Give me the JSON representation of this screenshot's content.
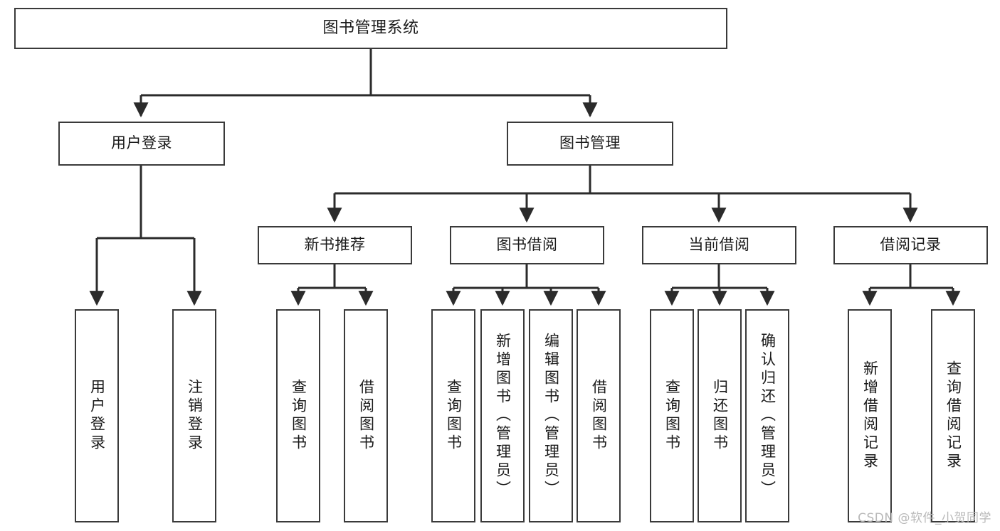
{
  "diagram": {
    "title": "图书管理系统",
    "type": "tree",
    "colors": {
      "box_border": "#3a3a3a",
      "box_fill": "#ffffff",
      "edge": "#2b2b2b",
      "text": "#1a1a1a",
      "watermark": "#b9b9b9",
      "background": "#ffffff"
    },
    "watermark": "CSDN @软件_小贺同学",
    "root": {
      "label": "图书管理系统"
    },
    "level2": [
      {
        "id": "user-login",
        "label": "用户登录"
      },
      {
        "id": "book-manage",
        "label": "图书管理"
      }
    ],
    "level3": [
      {
        "id": "new-book-rec",
        "label": "新书推荐"
      },
      {
        "id": "book-borrow",
        "label": "图书借阅"
      },
      {
        "id": "current-borrow",
        "label": "当前借阅"
      },
      {
        "id": "borrow-record",
        "label": "借阅记录"
      }
    ],
    "leaves": {
      "user_login": [
        {
          "id": "leaf-user-login",
          "label": "用户登录"
        },
        {
          "id": "leaf-logout",
          "label": "注销登录"
        }
      ],
      "new_book_rec": [
        {
          "id": "leaf-query-book-1",
          "label": "查询图书"
        },
        {
          "id": "leaf-borrow-book-1",
          "label": "借阅图书"
        }
      ],
      "book_borrow": [
        {
          "id": "leaf-query-book-2",
          "label": "查询图书"
        },
        {
          "id": "leaf-add-book",
          "label": "新增图书（管理员）"
        },
        {
          "id": "leaf-edit-book",
          "label": "编辑图书（管理员）"
        },
        {
          "id": "leaf-borrow-book-2",
          "label": "借阅图书"
        }
      ],
      "current_borrow": [
        {
          "id": "leaf-query-book-3",
          "label": "查询图书"
        },
        {
          "id": "leaf-return-book",
          "label": "归还图书"
        },
        {
          "id": "leaf-confirm-return",
          "label": "确认归还（管理员）"
        }
      ],
      "borrow_record": [
        {
          "id": "leaf-add-record",
          "label": "新增借阅记录"
        },
        {
          "id": "leaf-query-record",
          "label": "查询借阅记录"
        }
      ]
    }
  }
}
